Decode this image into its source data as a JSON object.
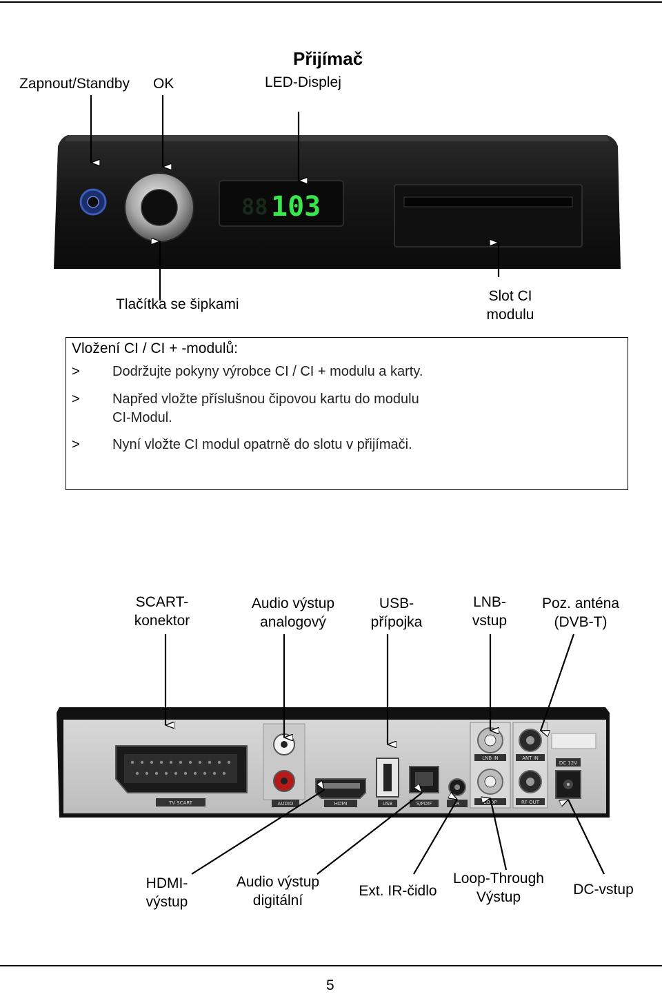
{
  "page": {
    "heading": "Přijímač",
    "page_number": "5"
  },
  "front": {
    "labels": {
      "power": "Zapnout/Standby",
      "ok": "OK",
      "led": "LED-Displej",
      "arrows": "Tlačítka se šipkami",
      "ci_slot_line1": "Slot CI",
      "ci_slot_line2": "modulu"
    },
    "display_value": "103"
  },
  "info": {
    "title": "Vložení CI / CI + -modulů:",
    "items": [
      {
        "bullet": ">",
        "lines": [
          "Dodržujte pokyny výrobce CI / CI + modulu a karty."
        ]
      },
      {
        "bullet": ">",
        "lines": [
          "Napřed vložte příslušnou čipovou kartu do modulu",
          "CI-Modul."
        ]
      },
      {
        "bullet": ">",
        "lines": [
          "Nyní vložte CI modul opatrně do slotu v přijímači."
        ]
      }
    ]
  },
  "back": {
    "top_labels": [
      {
        "line1": "SCART-",
        "line2": "konektor"
      },
      {
        "line1": "Audio výstup",
        "line2": "analogový"
      },
      {
        "line1": "USB-",
        "line2": "přípojka"
      },
      {
        "line1": "LNB-",
        "line2": "vstup"
      },
      {
        "line1": "Poz. anténa",
        "line2": "(DVB-T)"
      }
    ],
    "bottom_labels": [
      {
        "line1": "HDMI-",
        "line2": "výstup"
      },
      {
        "line1": "Audio výstup",
        "line2": "digitální"
      },
      {
        "line1": "Ext. IR-čidlo",
        "line2": ""
      },
      {
        "line1": "Loop-Through",
        "line2": "Výstup"
      },
      {
        "line1": "DC-vstup",
        "line2": ""
      }
    ],
    "panel_texts": {
      "scart": "TV SCART",
      "audio": "AUDIO",
      "hdmi": "HDMI",
      "usb": "USB",
      "spdif": "S/PDIF",
      "ir": "IR",
      "lnb_in": "LNB IN",
      "loop": "LOOP",
      "ant_in": "ANT IN",
      "rf_out": "RF OUT",
      "dc": "DC 12V"
    }
  }
}
